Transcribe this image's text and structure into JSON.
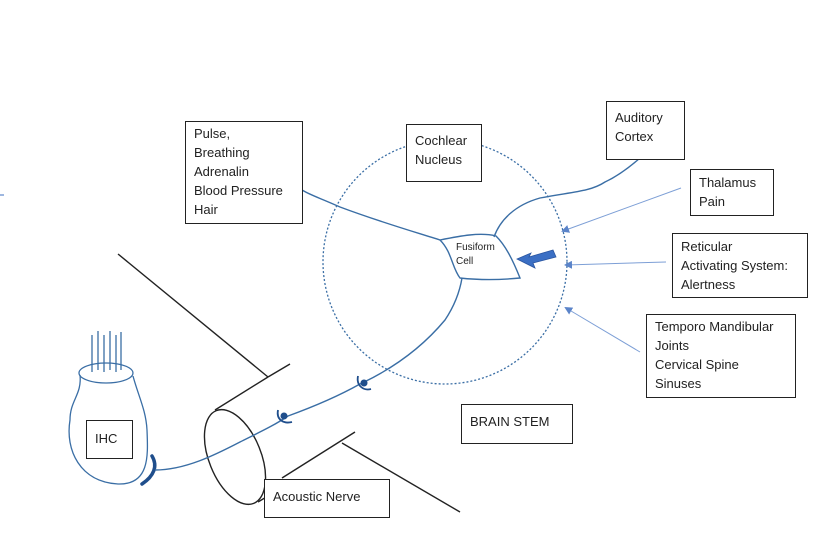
{
  "diagram": {
    "labels": {
      "pulse": "Pulse,\nBreathing\nAdrenalin\nBlood Pressure\nHair",
      "cochlear_nucleus": "Cochlear\nNucleus",
      "auditory_cortex": "Auditory\nCortex",
      "thalamus": "Thalamus\nPain",
      "reticular": "Reticular\nActivating System:\nAlertness",
      "temporo": "Temporo Mandibular\nJoints\nCervical Spine\nSinuses",
      "fusiform_cell": "Fusiform\nCell",
      "brain_stem": "BRAIN STEM",
      "ihc": "IHC",
      "acoustic_nerve": "Acoustic Nerve"
    },
    "colors": {
      "nerve": "#3a6ea5",
      "synapse": "#1f4e8c",
      "arrow_fill": "#3b6fc4",
      "input_arrows": "#7d9fd6",
      "outline": "#222222"
    }
  }
}
